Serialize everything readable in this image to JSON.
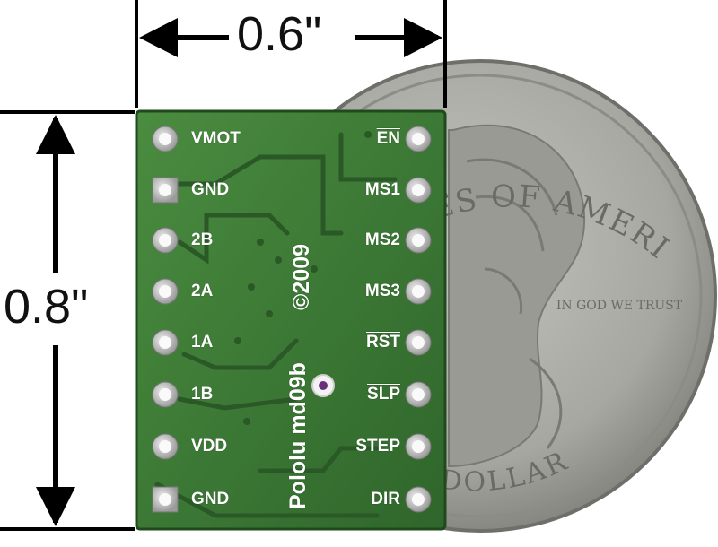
{
  "dimensions": {
    "width": "0.6\"",
    "height": "0.8\""
  },
  "board": {
    "left_pins": [
      "VMOT",
      "GND",
      "2B",
      "2A",
      "1A",
      "1B",
      "VDD",
      "GND"
    ],
    "right_pins": [
      "EN",
      "MS1",
      "MS2",
      "MS3",
      "RST",
      "SLP",
      "STEP",
      "DIR"
    ],
    "right_overlined": [
      true,
      false,
      false,
      false,
      true,
      true,
      false,
      false
    ],
    "silkscreen_brand": "Pololu md09b",
    "silkscreen_year": "©2009",
    "colors": {
      "pcb": "#3d7a35",
      "pcb_dark": "#2b5c27",
      "pad": "#c9c9c9",
      "coin": "#a9a9a4"
    }
  },
  "coin": {
    "top_text": "STATES OF AMERICA",
    "bottom_text": "DOLLAR",
    "motto": "IN GOD WE TRUST"
  }
}
